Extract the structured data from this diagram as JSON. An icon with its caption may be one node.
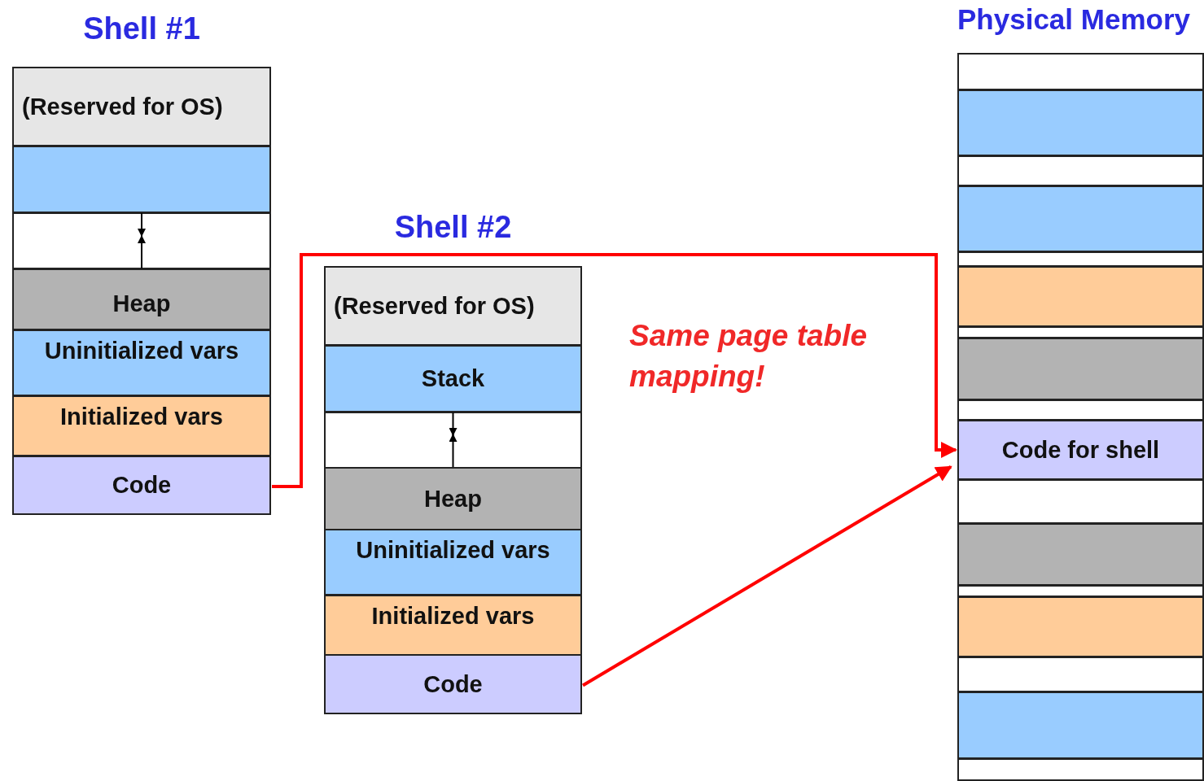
{
  "diagram": {
    "nodes": [
      {
        "text": [
          "Shell #1"
        ]
      },
      {
        "text": [
          "(Reserved for OS)"
        ],
        "in": 0
      },
      {
        "text": [],
        "shape": "bar",
        "in": 0
      },
      {
        "text": [],
        "shape": "bar",
        "in": 0
      },
      {
        "text": [
          "Heap"
        ],
        "in": 0
      },
      {
        "text": [
          "Uninitialized vars"
        ],
        "in": 0
      },
      {
        "text": [
          "Initialized vars"
        ],
        "in": 0
      },
      {
        "text": [
          "Code"
        ],
        "in": 0
      },
      {
        "text": [
          "Shell #2"
        ]
      },
      {
        "text": [
          "(Reserved for OS)"
        ],
        "in": 8
      },
      {
        "text": [
          "Stack"
        ],
        "in": 8
      },
      {
        "text": [],
        "shape": "bar",
        "in": 8
      },
      {
        "text": [
          "Heap"
        ],
        "in": 8
      },
      {
        "text": [
          "Uninitialized vars"
        ],
        "in": 8
      },
      {
        "text": [
          "Initialized vars"
        ],
        "in": 8
      },
      {
        "text": [
          "Code"
        ],
        "in": 8
      },
      {
        "text": [
          "Physical Memory"
        ]
      },
      {
        "text": [],
        "shape": "bar",
        "in": 16
      },
      {
        "text": [],
        "shape": "bar",
        "in": 16
      },
      {
        "text": [],
        "shape": "bar",
        "in": 16
      },
      {
        "text": [],
        "shape": "bar",
        "in": 16
      },
      {
        "text": [],
        "shape": "bar",
        "in": 16
      },
      {
        "text": [],
        "shape": "bar",
        "in": 16
      },
      {
        "text": [],
        "shape": "bar",
        "in": 16
      },
      {
        "text": [],
        "shape": "bar",
        "in": 16
      },
      {
        "text": [],
        "shape": "bar",
        "in": 16
      },
      {
        "text": [
          "Code for shell"
        ],
        "in": 16
      },
      {
        "text": [],
        "shape": "bar",
        "in": 16
      },
      {
        "text": [],
        "shape": "bar",
        "in": 16
      },
      {
        "text": [],
        "shape": "bar",
        "in": 16
      },
      {
        "text": [],
        "shape": "bar",
        "in": 16
      },
      {
        "text": [],
        "shape": "bar",
        "in": 16
      },
      {
        "text": [],
        "shape": "bar",
        "in": 16
      },
      {
        "text": [],
        "shape": "bar",
        "in": 16
      }
    ],
    "edges": [
      {
        "from": 7,
        "to": 26,
        "arrow": "to",
        "color": "#ff0000"
      },
      {
        "from": 15,
        "to": 26,
        "arrow": "to",
        "color": "#ff0000"
      },
      {
        "from": 2,
        "to": 3,
        "arrow": "to"
      },
      {
        "from": 4,
        "to": 3,
        "arrow": "to"
      },
      {
        "from": 10,
        "to": 11,
        "arrow": "to"
      },
      {
        "from": 12,
        "to": 11,
        "arrow": "to"
      }
    ],
    "labels": [
      "Same page table mapping!"
    ]
  }
}
